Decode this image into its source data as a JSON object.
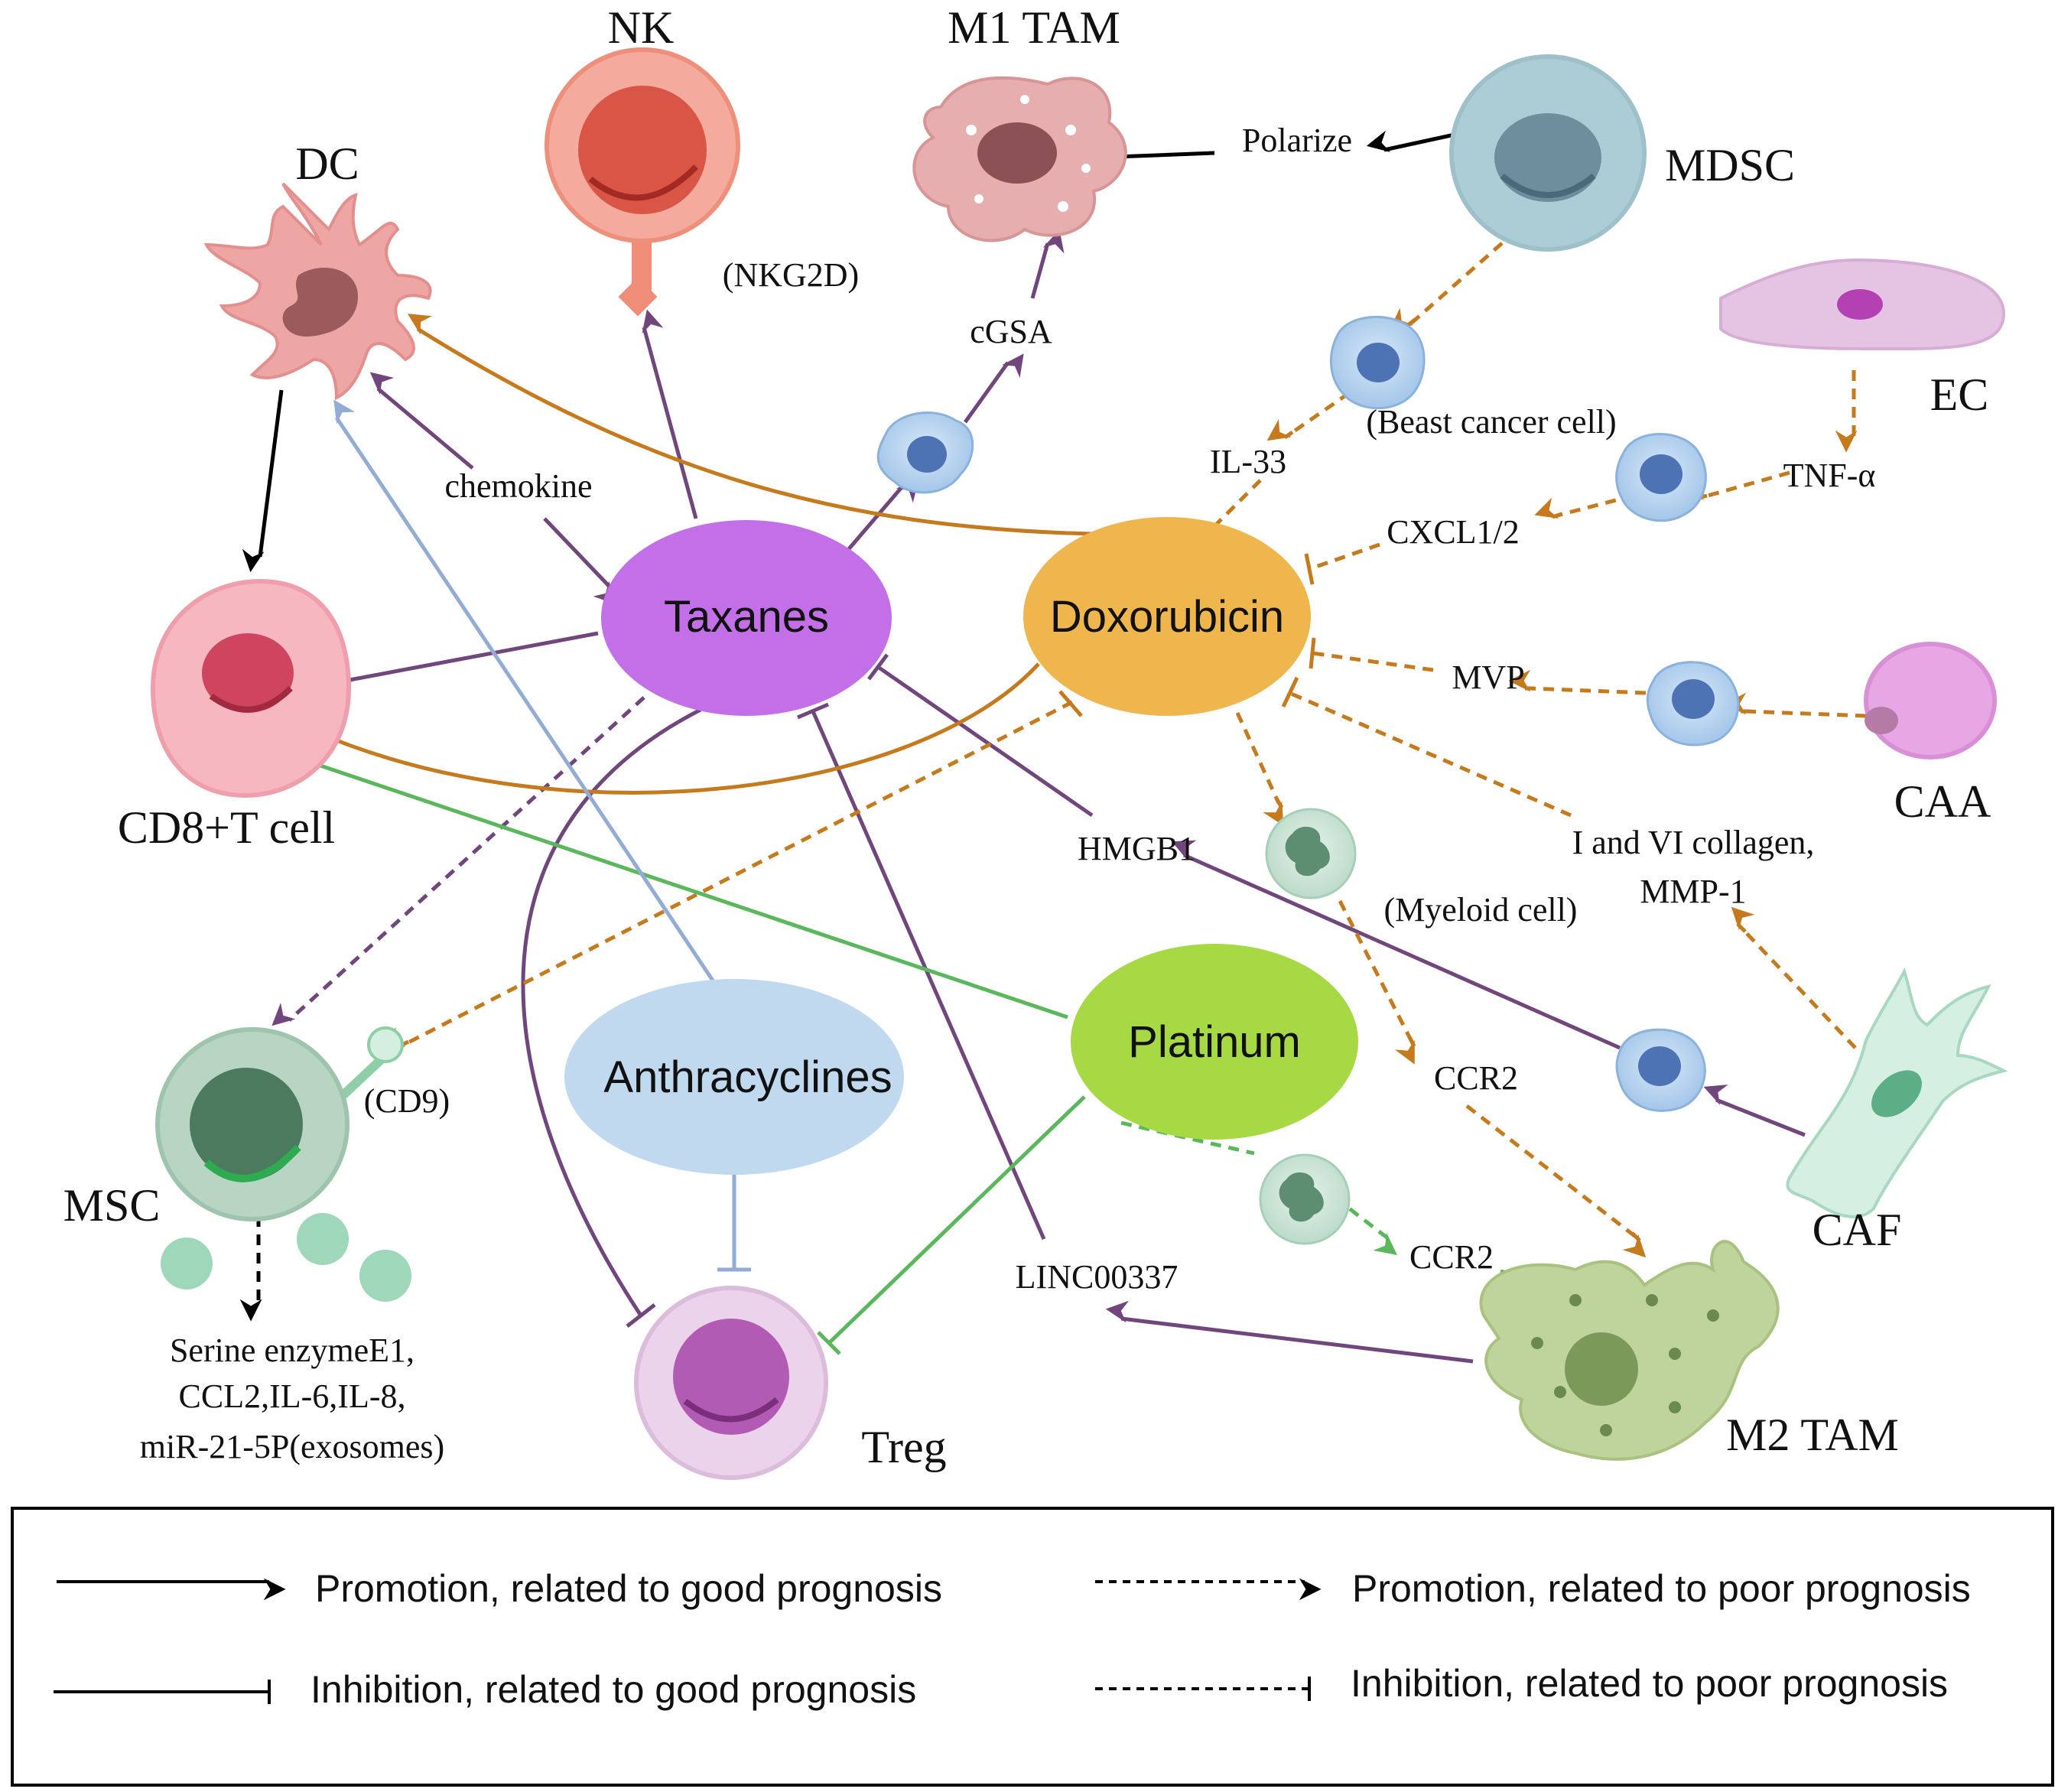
{
  "drugs": {
    "taxanes": "Taxanes",
    "doxorubicin": "Doxorubicin",
    "anthracyclines": "Anthracyclines",
    "platinum": "Platinum"
  },
  "cells": {
    "nk": "NK",
    "m1_tam": "M1 TAM",
    "dc": "DC",
    "mdsc": "MDSC",
    "ec": "EC",
    "cd8": "CD8+T cell",
    "caa": "CAA",
    "msc": "MSC",
    "caf": "CAF",
    "treg": "Treg",
    "m2_tam": "M2 TAM"
  },
  "labels": {
    "polarize": "Polarize",
    "nkg2d": "(NKG2D)",
    "cgsa": "cGSA",
    "beast_cancer_cell": "(Beast cancer cell)",
    "il33": "IL-33",
    "tnf_alpha": "TNF-α",
    "cxcl12": "CXCL1/2",
    "chemokine": "chemokine",
    "mvp": "MVP",
    "hmgb1": "HMGB1",
    "collagen_line1": "I and VI  collagen,",
    "collagen_line2": "MMP-1",
    "myeloid_cell": "(Myeloid cell)",
    "cd9": "(CD9)",
    "ccr2_top": "CCR2",
    "ccr2_bottom": "CCR2",
    "linc": "LINC00337",
    "msc_out_line1": "Serine enzymeE1,",
    "msc_out_line2": "CCL2,IL-6,IL-8,",
    "msc_out_line3": "miR-21-5P(exosomes)"
  },
  "legend": {
    "promo_good": "Promotion, related to good prognosis",
    "promo_poor": "Promotion, related to poor prognosis",
    "inhib_good": "Inhibition, related to good prognosis",
    "inhib_poor": "Inhibition, related to poor prognosis"
  },
  "colors": {
    "taxanes": "#c36fe8",
    "doxorubicin": "#f0b64e",
    "anthracyclines": "#c1d9ef",
    "platinum": "#a6d943",
    "purple_edge": "#71467d",
    "orange_edge": "#c57a1e",
    "green_edge": "#5bb75b",
    "blue_edge": "#93acd4",
    "black_edge": "#000000"
  }
}
